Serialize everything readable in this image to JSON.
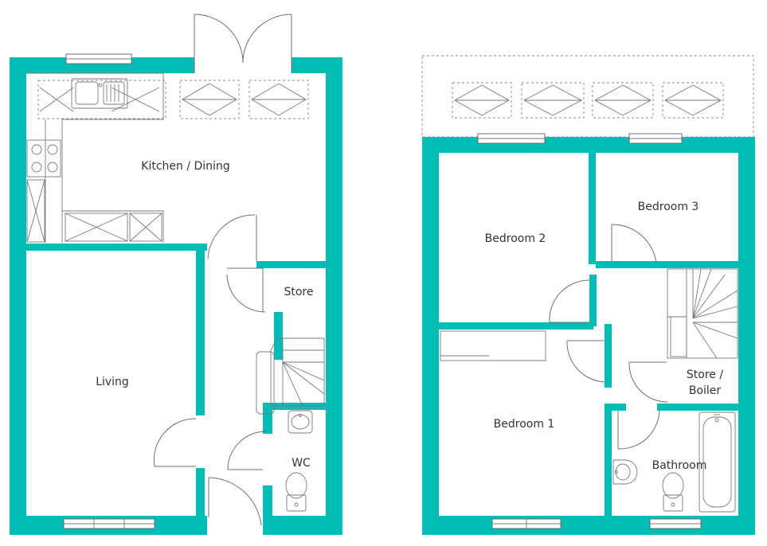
{
  "colors": {
    "wall": "#00bdb5",
    "line": "#7a7a7a",
    "text": "#333333",
    "background": "#ffffff"
  },
  "rooms": {
    "kitchen_dining": "Kitchen / Dining",
    "store_ground": "Store",
    "living": "Living",
    "wc": "WC",
    "bedroom_2": "Bedroom 2",
    "bedroom_3": "Bedroom 3",
    "bedroom_1": "Bedroom 1",
    "store_boiler_line1": "Store /",
    "store_boiler_line2": "Boiler",
    "bathroom": "Bathroom"
  },
  "icons": [
    "sink-icon",
    "hob-icon",
    "toilet-icon",
    "basin-icon",
    "bath-icon",
    "staircase-icon",
    "rooflight-icon"
  ]
}
